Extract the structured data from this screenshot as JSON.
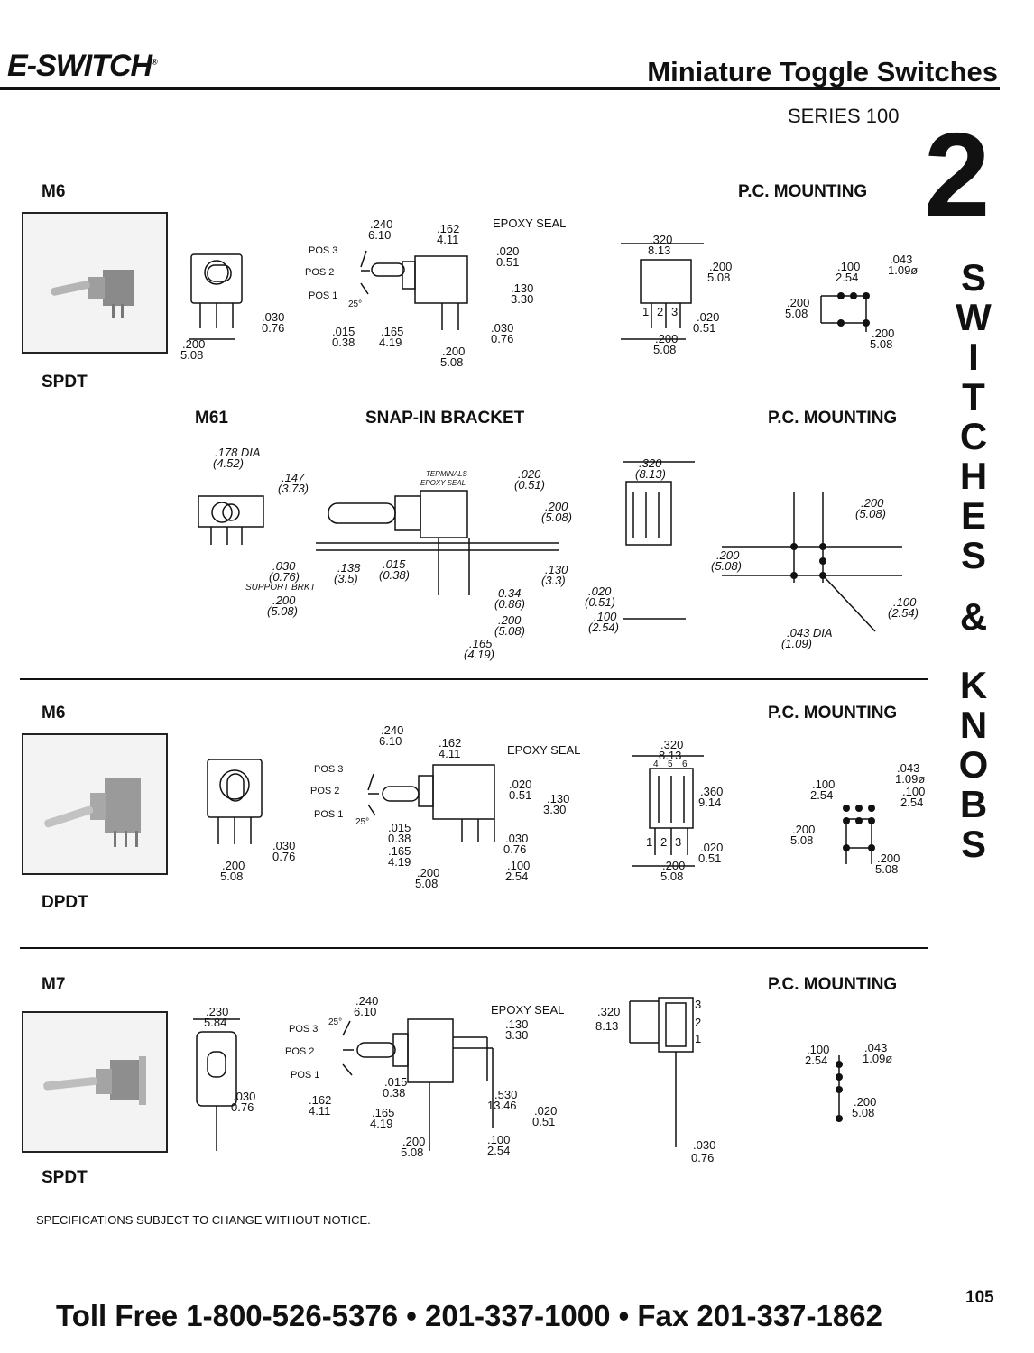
{
  "header": {
    "logo": "E-SWITCH",
    "logo_mark": "®",
    "title": "Miniature Toggle Switches",
    "series": "SERIES 100",
    "chapter": "2"
  },
  "side_tab": [
    "S",
    "W",
    "I",
    "T",
    "C",
    "H",
    "E",
    "S",
    "&",
    "K",
    "N",
    "O",
    "B",
    "S"
  ],
  "sections": {
    "m6_spdt": {
      "model": "M6",
      "mount": "P.C. MOUNTING",
      "type": "SPDT",
      "dims": {
        "d240": ".240",
        "d610": "6.10",
        "d162": ".162",
        "d411": "4.11",
        "epoxy": "EPOXY SEAL",
        "pos3": "POS 3",
        "pos2": "POS 2",
        "pos1": "POS 1",
        "ang": "25°",
        "d020": ".020",
        "d051": "0.51",
        "d130": ".130",
        "d330": "3.30",
        "d015": ".015",
        "d038": "0.38",
        "d165": ".165",
        "d419": "4.19",
        "d030": ".030",
        "d076": "0.76",
        "d200": ".200",
        "d508": "5.08",
        "d320": ".320",
        "d813": "8.13",
        "d043": ".043",
        "d1090": "1.09ø",
        "d100": ".100",
        "d254": "2.54",
        "p1": "1",
        "p2": "2",
        "p3": "3"
      }
    },
    "m61": {
      "model": "M61",
      "bracket": "SNAP-IN BRACKET",
      "mount": "P.C. MOUNTING",
      "dims": {
        "d178": ".178 DIA",
        "d452": "(4.52)",
        "d147": ".147",
        "d373": "(3.73)",
        "term": "TERMINALS",
        "epoxy": "EPOXY SEAL",
        "d020": ".020",
        "d051": "(0.51)",
        "d200": ".200",
        "d508": "(5.08)",
        "d030": ".030",
        "d076": "(0.76)",
        "support": "SUPPORT BRKT",
        "d138": ".138",
        "d35": "(3.5)",
        "d015": ".015",
        "d038": "(0.38)",
        "d034": "0.34",
        "d086": "(0.86)",
        "d130": ".130",
        "d33": "(3.3)",
        "d165": ".165",
        "d419": "(4.19)",
        "d320": ".320",
        "d813": "(8.13)",
        "d100": ".100",
        "d254": "(2.54)",
        "d043": ".043 DIA",
        "d109": "(1.09)"
      }
    },
    "m6_dpdt": {
      "model": "M6",
      "mount": "P.C. MOUNTING",
      "type": "DPDT",
      "dims": {
        "d240": ".240",
        "d610": "6.10",
        "d162": ".162",
        "d411": "4.11",
        "epoxy": "EPOXY SEAL",
        "pos3": "POS 3",
        "pos2": "POS 2",
        "pos1": "POS 1",
        "ang": "25°",
        "d020": ".020",
        "d051": "0.51",
        "d130": ".130",
        "d330": "3.30",
        "d015": ".015",
        "d038": "0.38",
        "d165": ".165",
        "d419": "4.19",
        "d030": ".030",
        "d076": "0.76",
        "d100": ".100",
        "d254": "2.54",
        "d200": ".200",
        "d508": "5.08",
        "d320": ".320",
        "d813": "8.13",
        "d360": ".360",
        "d914": "9.14",
        "d043": ".043",
        "d1090": "1.09ø",
        "n4": "4",
        "n5": "5",
        "n6": "6",
        "n1": "1",
        "n2": "2",
        "n3": "3"
      }
    },
    "m7_spdt": {
      "model": "M7",
      "mount": "P.C. MOUNTING",
      "type": "SPDT",
      "dims": {
        "d230": ".230",
        "d584": "5.84",
        "d240": ".240",
        "d610": "6.10",
        "epoxy": "EPOXY SEAL",
        "pos3": "POS 3",
        "pos2": "POS 2",
        "pos1": "POS 1",
        "ang": "25°",
        "d130": ".130",
        "d330": "3.30",
        "d015": ".015",
        "d038": "0.38",
        "d162": ".162",
        "d411": "4.11",
        "d165": ".165",
        "d419": "4.19",
        "d530": ".530",
        "d1346": "13.46",
        "d020": ".020",
        "d051": "0.51",
        "d200": ".200",
        "d508": "5.08",
        "d100": ".100",
        "d254": "2.54",
        "d030": ".030",
        "d076": "0.76",
        "d320": ".320",
        "d813": "8.13",
        "d043": ".043",
        "d1090": "1.09ø",
        "n1": "1",
        "n2": "2",
        "n3": "3"
      }
    }
  },
  "note": "SPECIFICATIONS SUBJECT TO CHANGE WITHOUT NOTICE.",
  "page_number": "105",
  "footer": "Toll Free 1-800-526-5376 • 201-337-1000 • Fax 201-337-1862"
}
